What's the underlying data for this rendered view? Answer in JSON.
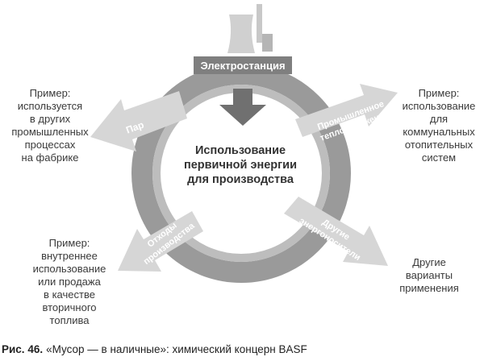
{
  "center_label": "Использование\nпервичной энергии\nдля производства",
  "power_plant_label": "Электростанция",
  "flows": {
    "steam": "Пар",
    "industrial_heat": "Промышленное\nтеплоснабжение",
    "waste": "Отходы\nпроизводства",
    "other_energy": "Другие\nэнергоносители"
  },
  "examples": {
    "top_left": "Пример:\nиспользуется\nв других\nпромышленных\nпроцессах\nна фабрике",
    "top_right": "Пример:\nиспользование\nдля\nкоммунальных\nотопительных\nсистем",
    "bottom_left": "Пример:\nвнутреннее\nиспользование\nили продажа\nв качестве\nвторичного\nтоплива",
    "bottom_right": "Другие\nварианты\nприменения"
  },
  "caption": {
    "number": "Рис. 46.",
    "text": "«Мусор — в наличные»: химический концерн BASF"
  },
  "colors": {
    "ring_outer": "#9a9a9a",
    "ring_inner": "#bdbdbd",
    "arrow_fill": "#d6d6d6",
    "label_bar": "#7f7f7f",
    "center_arrow": "#707070"
  }
}
